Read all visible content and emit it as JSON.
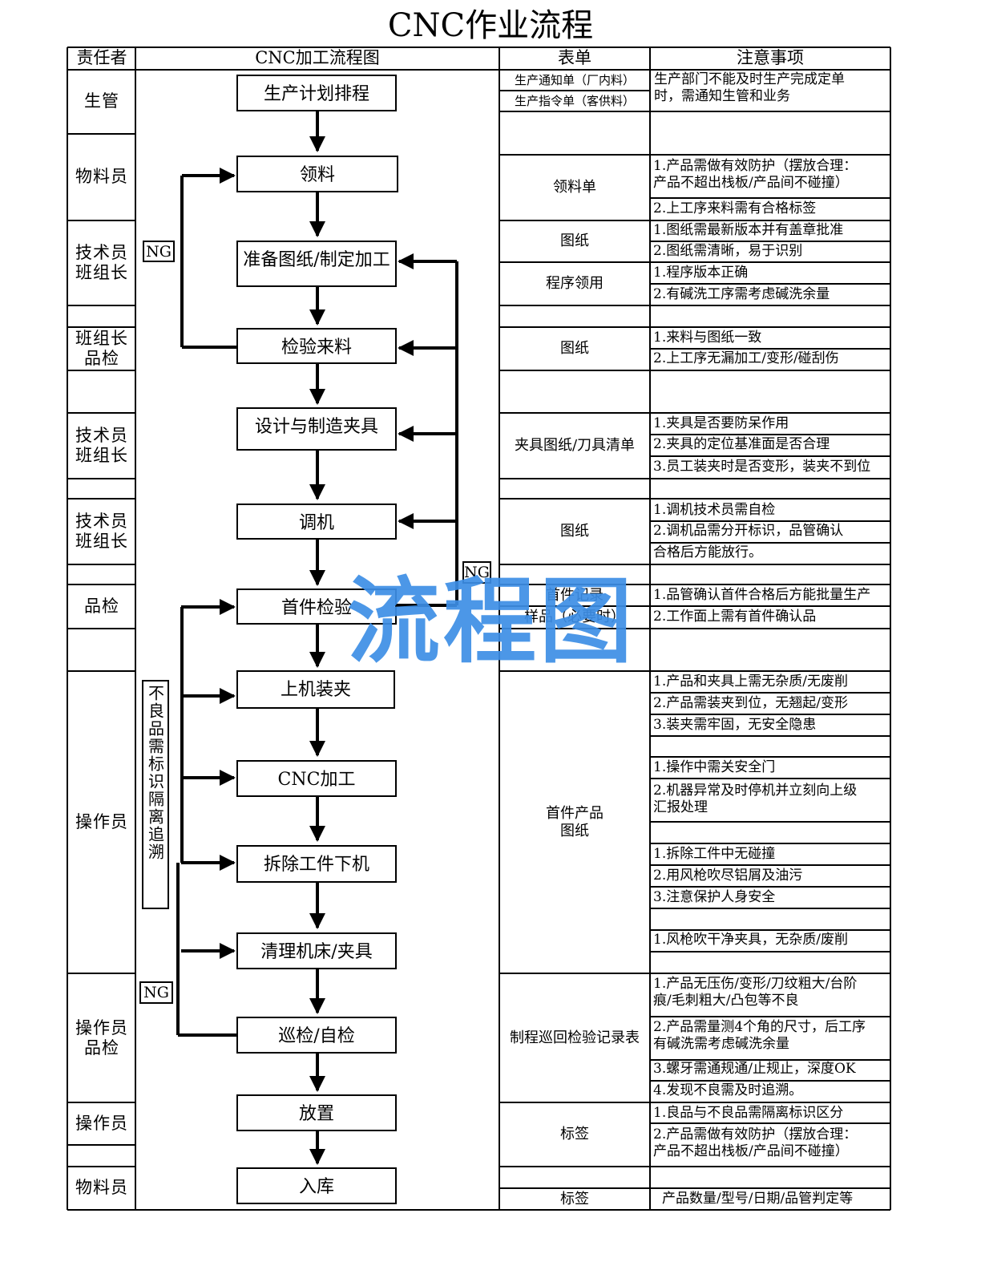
{
  "title": "CNC作业流程",
  "headers": {
    "responsible": "责任者",
    "flowchart": "CNC加工流程图",
    "forms": "表单",
    "notes": "注意事项"
  },
  "responsible": [
    "生管",
    "物料员",
    "技术员\n班组长",
    "班组长\n品检",
    "技术员\n班组长",
    "技术员\n班组长",
    "品检",
    "操作员",
    "操作员\n品检",
    "操作员",
    "物料员"
  ],
  "steps": [
    "生产计划排程",
    "领料",
    "准备图纸/制定加工",
    "检验来料",
    "设计与制造夹具",
    "调机",
    "首件检验",
    "上机装夹",
    "CNC加工",
    "拆除工件下机",
    "清理机床/夹具",
    "巡检/自检",
    "放置",
    "入库"
  ],
  "ng_labels": [
    "NG",
    "NG",
    "NG"
  ],
  "defect_note": "不良品需标识隔离追溯",
  "forms": [
    "生产通知单（厂内料）",
    "生产指令单（客供料）",
    "领料单",
    "图纸",
    "程序领用",
    "图纸",
    "夹具图纸/刀具清单",
    "图纸",
    "首件记录",
    "样品（必要时）",
    "首件产品\n图纸",
    "制程巡回检验记录表",
    "标签",
    "标签"
  ],
  "notes": [
    "生产部门不能及时生产完成定单\n时，需通知生管和业务",
    "1.产品需做有效防护（摆放合理：\n产品不超出栈板/产品间不碰撞）",
    "2.上工序来料需有合格标签",
    "1.图纸需最新版本并有盖章批准",
    "2.图纸需清晰，易于识别",
    "1.程序版本正确",
    "2.有碱洗工序需考虑碱洗余量",
    "1.来料与图纸一致",
    "2.上工序无漏加工/变形/碰刮伤",
    "1.夹具是否要防呆作用",
    "2.夹具的定位基准面是否合理",
    "3.员工装夹时是否变形，装夹不到位",
    "1.调机技术员需自检",
    "2.调机品需分开标识，品管确认",
    "合格后方能放行。",
    "1.品管确认首件合格后方能批量生产",
    "2.工作面上需有首件确认品",
    "1.产品和夹具上需无杂质/无废削",
    "2.产品需装夹到位，无翘起/变形",
    "3.装夹需牢固，无安全隐患",
    "1.操作中需关安全门",
    "2.机器异常及时停机并立刻向上级\n汇报处理",
    "1.拆除工件中无碰撞",
    "2.用风枪吹尽铝屑及油污",
    "3.注意保护人身安全",
    "1.风枪吹干净夹具，无杂质/废削",
    "1.产品无压伤/变形/刀纹粗大/台阶\n痕/毛刺粗大/凸包等不良",
    "2.产品需量测4个角的尺寸，后工序\n有碱洗需考虑碱洗余量",
    "3.螺牙需通规通/止规止，深度OK",
    "4.发现不良需及时追溯。",
    "1.良品与不良品需隔离标识区分",
    "2.产品需做有效防护（摆放合理：\n产品不超出栈板/产品间不碰撞）",
    "产品数量/型号/日期/品管判定等"
  ],
  "watermark": "流程图"
}
